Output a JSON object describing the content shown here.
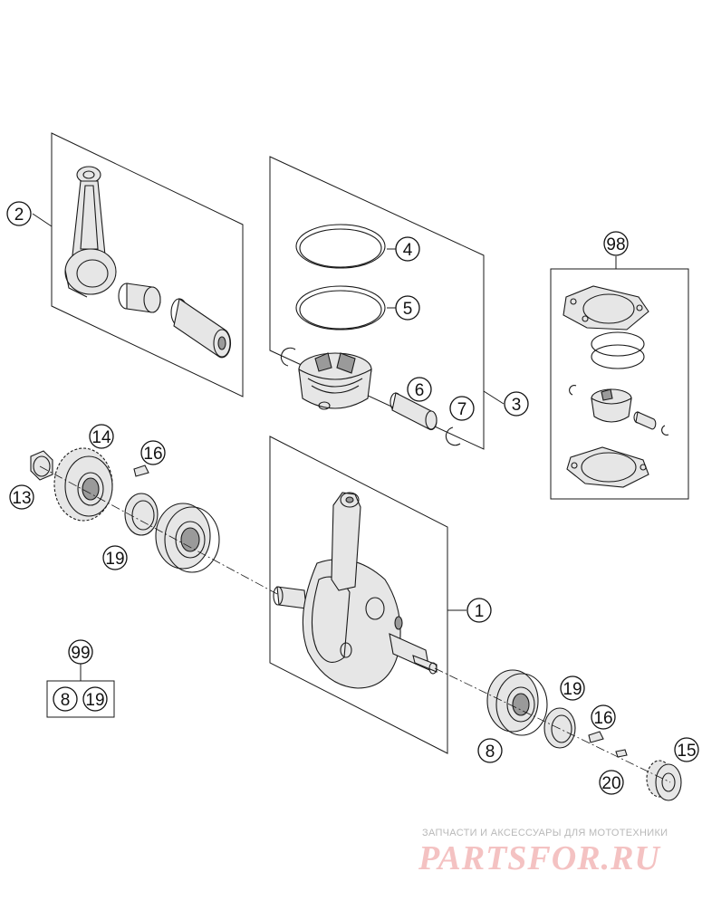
{
  "callouts": {
    "c1": "1",
    "c2": "2",
    "c3": "3",
    "c4": "4",
    "c5": "5",
    "c6": "6",
    "c7": "7",
    "c8": "8",
    "c13": "13",
    "c14": "14",
    "c15": "15",
    "c16a": "16",
    "c16b": "16",
    "c19a": "19",
    "c19b": "19",
    "c20": "20",
    "c98": "98",
    "c99": "99",
    "c99_8": "8",
    "c99_19": "19"
  },
  "watermark": {
    "caption": "ЗАПЧАСТИ И АКСЕССУАРЫ ДЛЯ МОТОТЕХНИКИ",
    "brand": "PARTSFOR.RU"
  }
}
